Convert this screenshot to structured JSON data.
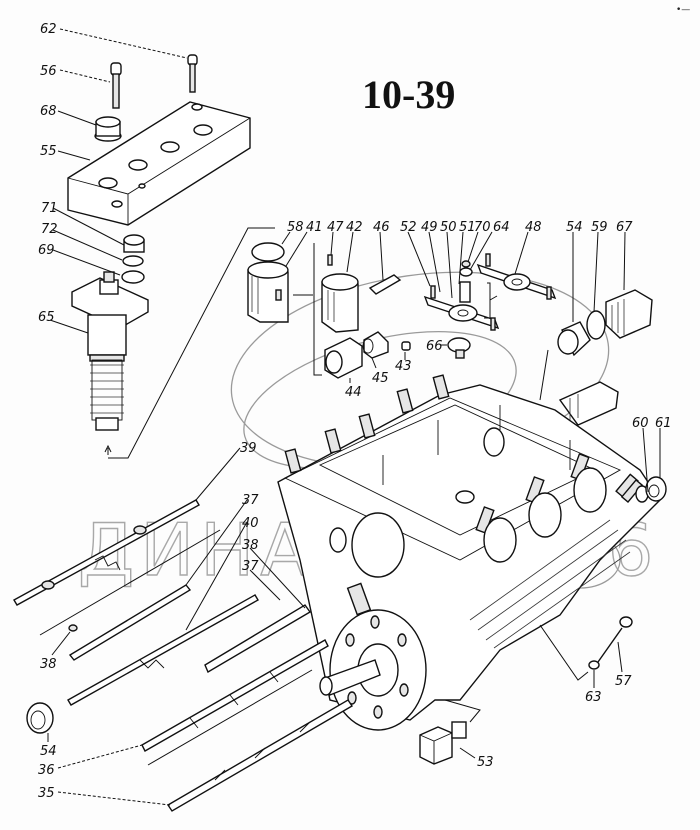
{
  "diagram": {
    "title": "10-39",
    "type": "exploded-parts-view",
    "watermark": "ДИНАМИКА76",
    "corner_mark": "•—",
    "labels": [
      {
        "id": "62",
        "text": "62"
      },
      {
        "id": "56",
        "text": "56"
      },
      {
        "id": "68",
        "text": "68"
      },
      {
        "id": "55",
        "text": "55"
      },
      {
        "id": "71",
        "text": "71"
      },
      {
        "id": "72",
        "text": "72"
      },
      {
        "id": "69",
        "text": "69"
      },
      {
        "id": "65",
        "text": "65"
      },
      {
        "id": "58",
        "text": "58"
      },
      {
        "id": "41",
        "text": "41"
      },
      {
        "id": "47",
        "text": "47"
      },
      {
        "id": "42",
        "text": "42"
      },
      {
        "id": "46",
        "text": "46"
      },
      {
        "id": "52",
        "text": "52"
      },
      {
        "id": "49",
        "text": "49"
      },
      {
        "id": "50",
        "text": "50"
      },
      {
        "id": "51",
        "text": "51"
      },
      {
        "id": "70",
        "text": "70"
      },
      {
        "id": "64",
        "text": "64"
      },
      {
        "id": "48",
        "text": "48"
      },
      {
        "id": "54a",
        "text": "54"
      },
      {
        "id": "59",
        "text": "59"
      },
      {
        "id": "67",
        "text": "67"
      },
      {
        "id": "66",
        "text": "66"
      },
      {
        "id": "43",
        "text": "43"
      },
      {
        "id": "45",
        "text": "45"
      },
      {
        "id": "44",
        "text": "44"
      },
      {
        "id": "39",
        "text": "39"
      },
      {
        "id": "37a",
        "text": "37"
      },
      {
        "id": "40",
        "text": "40"
      },
      {
        "id": "38a",
        "text": "38"
      },
      {
        "id": "37b",
        "text": "37"
      },
      {
        "id": "38b",
        "text": "38"
      },
      {
        "id": "54b",
        "text": "54"
      },
      {
        "id": "36",
        "text": "36"
      },
      {
        "id": "35",
        "text": "35"
      },
      {
        "id": "53",
        "text": "53"
      },
      {
        "id": "60",
        "text": "60"
      },
      {
        "id": "61",
        "text": "61"
      },
      {
        "id": "63",
        "text": "63"
      },
      {
        "id": "57",
        "text": "57"
      }
    ]
  }
}
